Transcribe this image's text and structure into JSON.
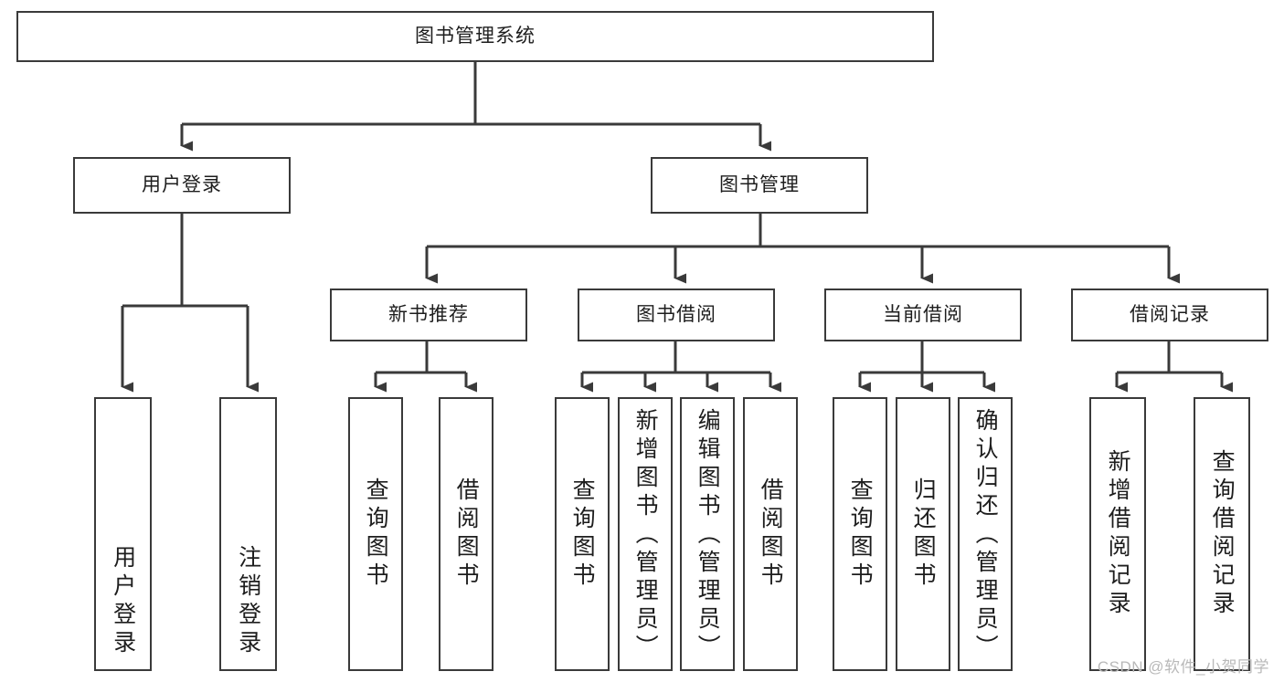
{
  "diagram": {
    "title": "图书管理系统",
    "type": "tree",
    "watermark": "CSDN @软件_小贺同学",
    "colors": {
      "stroke": "#3a3a3a",
      "fill": "#ffffff",
      "text": "#1d1d1d",
      "watermark": "#b9b9b9"
    },
    "nodes": {
      "root": "图书管理系统",
      "user_login": "用户登录",
      "book_manage": "图书管理",
      "new_book_rec": "新书推荐",
      "book_borrow": "图书借阅",
      "current_borrow": "当前借阅",
      "borrow_record": "借阅记录",
      "leaf_user_login": "用户登录",
      "leaf_logout": "注销登录",
      "leaf_query_book_1": "查询图书",
      "leaf_borrow_book_1": "借阅图书",
      "leaf_query_book_2": "查询图书",
      "leaf_add_book": "新增图书（管理员）",
      "leaf_edit_book": "编辑图书（管理员）",
      "leaf_borrow_book_2": "借阅图书",
      "leaf_query_book_3": "查询图书",
      "leaf_return_book": "归还图书",
      "leaf_confirm_return": "确认归还（管理员）",
      "leaf_add_record": "新增借阅记录",
      "leaf_query_record": "查询借阅记录"
    },
    "edges": [
      {
        "from": "root",
        "to": "user_login"
      },
      {
        "from": "root",
        "to": "book_manage"
      },
      {
        "from": "user_login",
        "to": "leaf_user_login"
      },
      {
        "from": "user_login",
        "to": "leaf_logout"
      },
      {
        "from": "book_manage",
        "to": "new_book_rec"
      },
      {
        "from": "book_manage",
        "to": "book_borrow"
      },
      {
        "from": "book_manage",
        "to": "current_borrow"
      },
      {
        "from": "book_manage",
        "to": "borrow_record"
      },
      {
        "from": "new_book_rec",
        "to": "leaf_query_book_1"
      },
      {
        "from": "new_book_rec",
        "to": "leaf_borrow_book_1"
      },
      {
        "from": "book_borrow",
        "to": "leaf_query_book_2"
      },
      {
        "from": "book_borrow",
        "to": "leaf_add_book"
      },
      {
        "from": "book_borrow",
        "to": "leaf_edit_book"
      },
      {
        "from": "book_borrow",
        "to": "leaf_borrow_book_2"
      },
      {
        "from": "current_borrow",
        "to": "leaf_query_book_3"
      },
      {
        "from": "current_borrow",
        "to": "leaf_return_book"
      },
      {
        "from": "current_borrow",
        "to": "leaf_confirm_return"
      },
      {
        "from": "borrow_record",
        "to": "leaf_add_record"
      },
      {
        "from": "borrow_record",
        "to": "leaf_query_record"
      }
    ]
  }
}
